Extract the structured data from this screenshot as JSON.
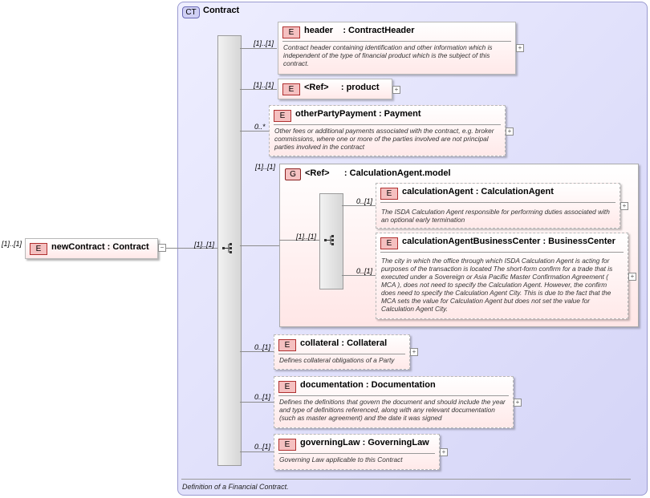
{
  "complex_type": {
    "badge": "CT",
    "name": "Contract",
    "documentation": "Definition of a Financial Contract."
  },
  "root": {
    "badge": "E",
    "cardinality": "[1]..[1]",
    "label": "newContract : Contract",
    "collapse": "−"
  },
  "sequence_cardinality": "[1]..[1]",
  "children": [
    {
      "badge": "E",
      "name": "header",
      "type": ": ContractHeader",
      "card": "[1]..[1]",
      "doc": "Contract header containing identification and other information which is independent of the type of financial product which is the subject of this contract."
    },
    {
      "badge": "E",
      "name": "<Ref>",
      "type": ": product",
      "card": "[1]..[1]",
      "doc": ""
    },
    {
      "badge": "E",
      "name": "otherPartyPayment",
      "type": ": Payment",
      "card": "0..*",
      "doc": "Other fees or additional payments associated with the contract, e.g. broker commissions, where one or more of the parties involved are not principal parties involved in the contract"
    },
    {
      "badge": "E",
      "name": "collateral",
      "type": ": Collateral",
      "card": "0..[1]",
      "doc": "Defines collateral obligations of a Party"
    },
    {
      "badge": "E",
      "name": "documentation",
      "type": ": Documentation",
      "card": "0..[1]",
      "doc": "Defines the definitions that govern the document and should include the year and type of definitions referenced, along with any relevant documentation (such as master agreement) and the date it was signed"
    },
    {
      "badge": "E",
      "name": "governingLaw",
      "type": ": GoverningLaw",
      "card": "0..[1]",
      "doc": "Governing Law applicable to this Contract"
    }
  ],
  "group": {
    "badge": "G",
    "name": "<Ref>",
    "type": ": CalculationAgent.model",
    "card": "[1]..[1]",
    "seq_card": "[1]..[1]",
    "children": [
      {
        "badge": "E",
        "name": "calculationAgent",
        "type": ": CalculationAgent",
        "card": "0..[1]",
        "doc": "The ISDA Calculation Agent responsible for performing duties associated with an optional early termination"
      },
      {
        "badge": "E",
        "name": "calculationAgentBusinessCenter",
        "type": ": BusinessCenter",
        "card": "0..[1]",
        "doc": "The city in which the office through which ISDA Calculation Agent is acting for purposes of the transaction is located The short-form confirm for a trade that is executed under a Sovereign or Asia Pacific Master Confirmation Agreement ( MCA ), does not need to specify the Calculation Agent. However, the confirm does need to specify the Calculation Agent City. This is due to the fact that the MCA sets the value for Calculation Agent but does not set the value for Calculation Agent City."
      }
    ]
  },
  "expand_symbol": "+"
}
